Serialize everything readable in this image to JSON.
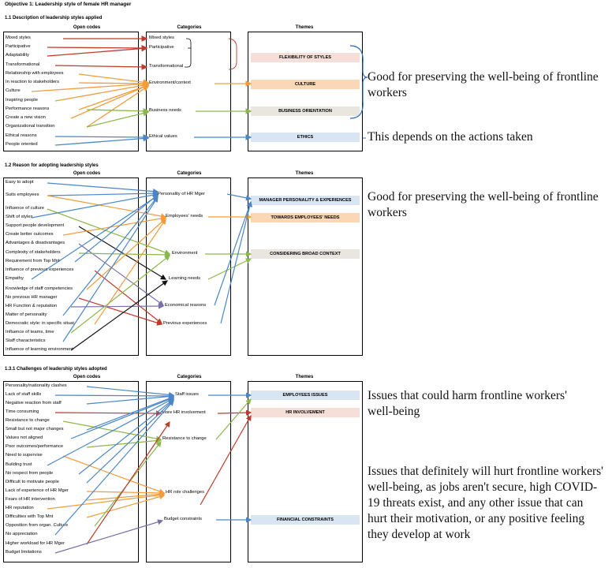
{
  "objective_title": "Objective 1: Leadership style of female HR manager",
  "column_headers": {
    "open_codes": "Open codes",
    "categories": "Categories",
    "themes": "Themes"
  },
  "section1": {
    "title": "1.1 Description of leadership styles applied",
    "open_codes": [
      "Mixed styles",
      "Participative",
      "Adaptability",
      "Transformational",
      "Relationship with employees",
      "In reaction to stakeholders",
      "Culture",
      "Inspiring people",
      "Performance reasons",
      "Create a new vision",
      "Organizational transition",
      "Ethical reasons",
      "People oriented"
    ],
    "categories": [
      "Mixed styles",
      "Participative",
      "Transformational",
      "Environment/context",
      "Business needs",
      "Ethical values"
    ],
    "themes": [
      "FLEXIBILITY OF STYLES",
      "CULTURE",
      "BUSINESS ORIENTATION",
      "ETHICS"
    ],
    "note_a": "Good for preserving the well-being of frontline workers",
    "note_b": "This depends on the actions taken"
  },
  "section2": {
    "title": "1.2 Reason for adopting leadership styles",
    "open_codes": [
      "Easy to adopt",
      "Suits employees",
      "Influence of culture",
      "Shift of styles",
      "Support people development",
      "Create better outcomes",
      "Advantages & disadvantages",
      "Complexity of stakeholders",
      "Requirement from Top Mnt",
      "Influence of previous experiences",
      "Empathy",
      "Knowledge of staff competencies",
      "No previous HR manager",
      "HR Function & reputation",
      "Matter of personality",
      "Democratic style: in specific situat.",
      "Influence of teams, time",
      "Staff characteristics",
      "Influence of learning environment"
    ],
    "categories": [
      "Personality of HR Mger",
      "Employees' needs",
      "Environment",
      "Learning needs",
      "Economical reasons",
      "Previous experiences"
    ],
    "themes": [
      "MANAGER PERSONALITY & EXPERIENCES",
      "TOWARDS EMPLOYEES' NEEDS",
      "CONSIDERING BROAD CONTEXT"
    ],
    "note": "Good for preserving the well-being of frontline workers"
  },
  "section3": {
    "title": "1.3.1 Challenges of leadership styles adopted",
    "open_codes": [
      "Personality/nationality clashes",
      "Lack of staff skills",
      "Negative reaction from staff",
      "Time consuming",
      "Resistance to change",
      "Small but not major changes",
      "Values not aligned",
      "Poor outcomes/performance",
      "Need to supervise",
      "Building trust",
      "No respect from people",
      "Difficult to motivate people",
      "Lack of experience of HR Mger",
      "Fears of HR intervention",
      "HR reputation",
      "Difficulties with Top Mnt",
      "Opposition from organ. Culture",
      "No appreciation",
      "Higher workload for HR Mger",
      "Budget limitations"
    ],
    "categories": [
      "Staff issues",
      "More HR involvement",
      "Resistance to change",
      "HR role challenges",
      "Budget constraints"
    ],
    "themes": [
      "EMPLOYEES ISSUES",
      "HR INVOLVEMENT",
      "FINANCIAL CONSTRAINTS"
    ],
    "note_a": "Issues that could harm frontline workers' well-being",
    "note_b": "Issues that definitely will hurt frontline workers' well-being, as jobs aren't secure, high COVID-19 threats exist, and any other issue that can hurt their motivation, or any positive feeling they develop at work"
  },
  "colors": {
    "red": "#c0392b",
    "orange": "#f39c3d",
    "green": "#8ab84a",
    "blue": "#4a86c8",
    "purple": "#7b6fa8",
    "black": "#111111",
    "band_pink": "#f6dfd8",
    "band_orange": "#fbd7b5",
    "band_grey": "#e8e6df",
    "band_blue": "#d9e5f2",
    "bracket": "#2e6fbf"
  }
}
